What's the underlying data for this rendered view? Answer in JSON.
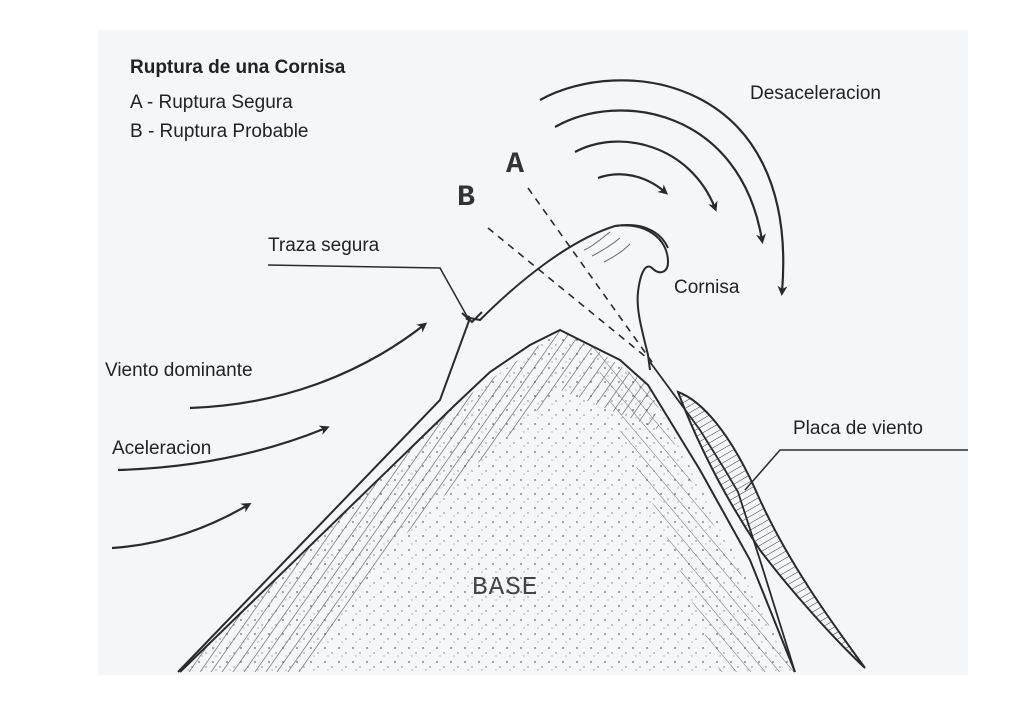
{
  "legend": {
    "title": "Ruptura de una Cornisa",
    "line_a": "A - Ruptura Segura",
    "line_b": "B - Ruptura Probable"
  },
  "labels": {
    "marker_a": "A",
    "marker_b": "B",
    "desaceleracion": "Desaceleracion",
    "traza_segura": "Traza segura",
    "cornisa": "Cornisa",
    "viento_dominante": "Viento dominante",
    "aceleracion": "Aceleracion",
    "placa_de_viento": "Placa de viento",
    "base": "BASE"
  },
  "colors": {
    "ink": "#2a2a2a",
    "paper": "#f3f7fa",
    "frame": "#ffffff"
  }
}
